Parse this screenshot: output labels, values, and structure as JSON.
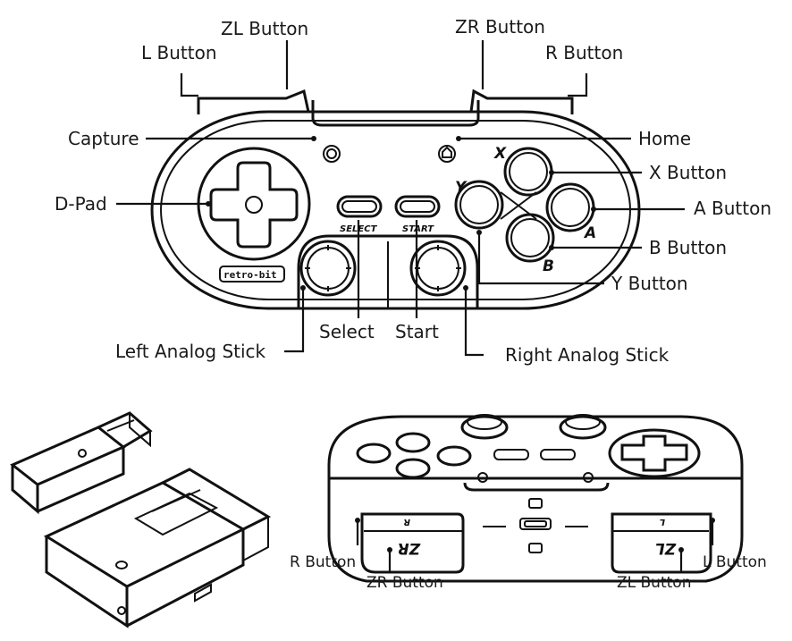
{
  "top_view": {
    "labels": {
      "l_button": "L Button",
      "zl_button": "ZL Button",
      "zr_button": "ZR Button",
      "r_button": "R Button",
      "capture": "Capture",
      "home": "Home",
      "dpad": "D-Pad",
      "x_button": "X Button",
      "a_button": "A Button",
      "b_button": "B Button",
      "y_button": "Y Button",
      "select": "Select",
      "start": "Start",
      "left_stick": "Left Analog Stick",
      "right_stick": "Right Analog Stick"
    },
    "printed": {
      "select": "SELECT",
      "start": "START",
      "brand": "retro-bit",
      "x": "X",
      "y": "Y",
      "a": "A",
      "b": "B"
    }
  },
  "rear_view": {
    "labels": {
      "r_button": "R Button",
      "zr_button": "ZR Button",
      "zl_button": "ZL Button",
      "l_button": "L Button"
    },
    "printed": {
      "r": "R",
      "zr": "ZR",
      "l": "L",
      "zl": "ZL"
    }
  }
}
